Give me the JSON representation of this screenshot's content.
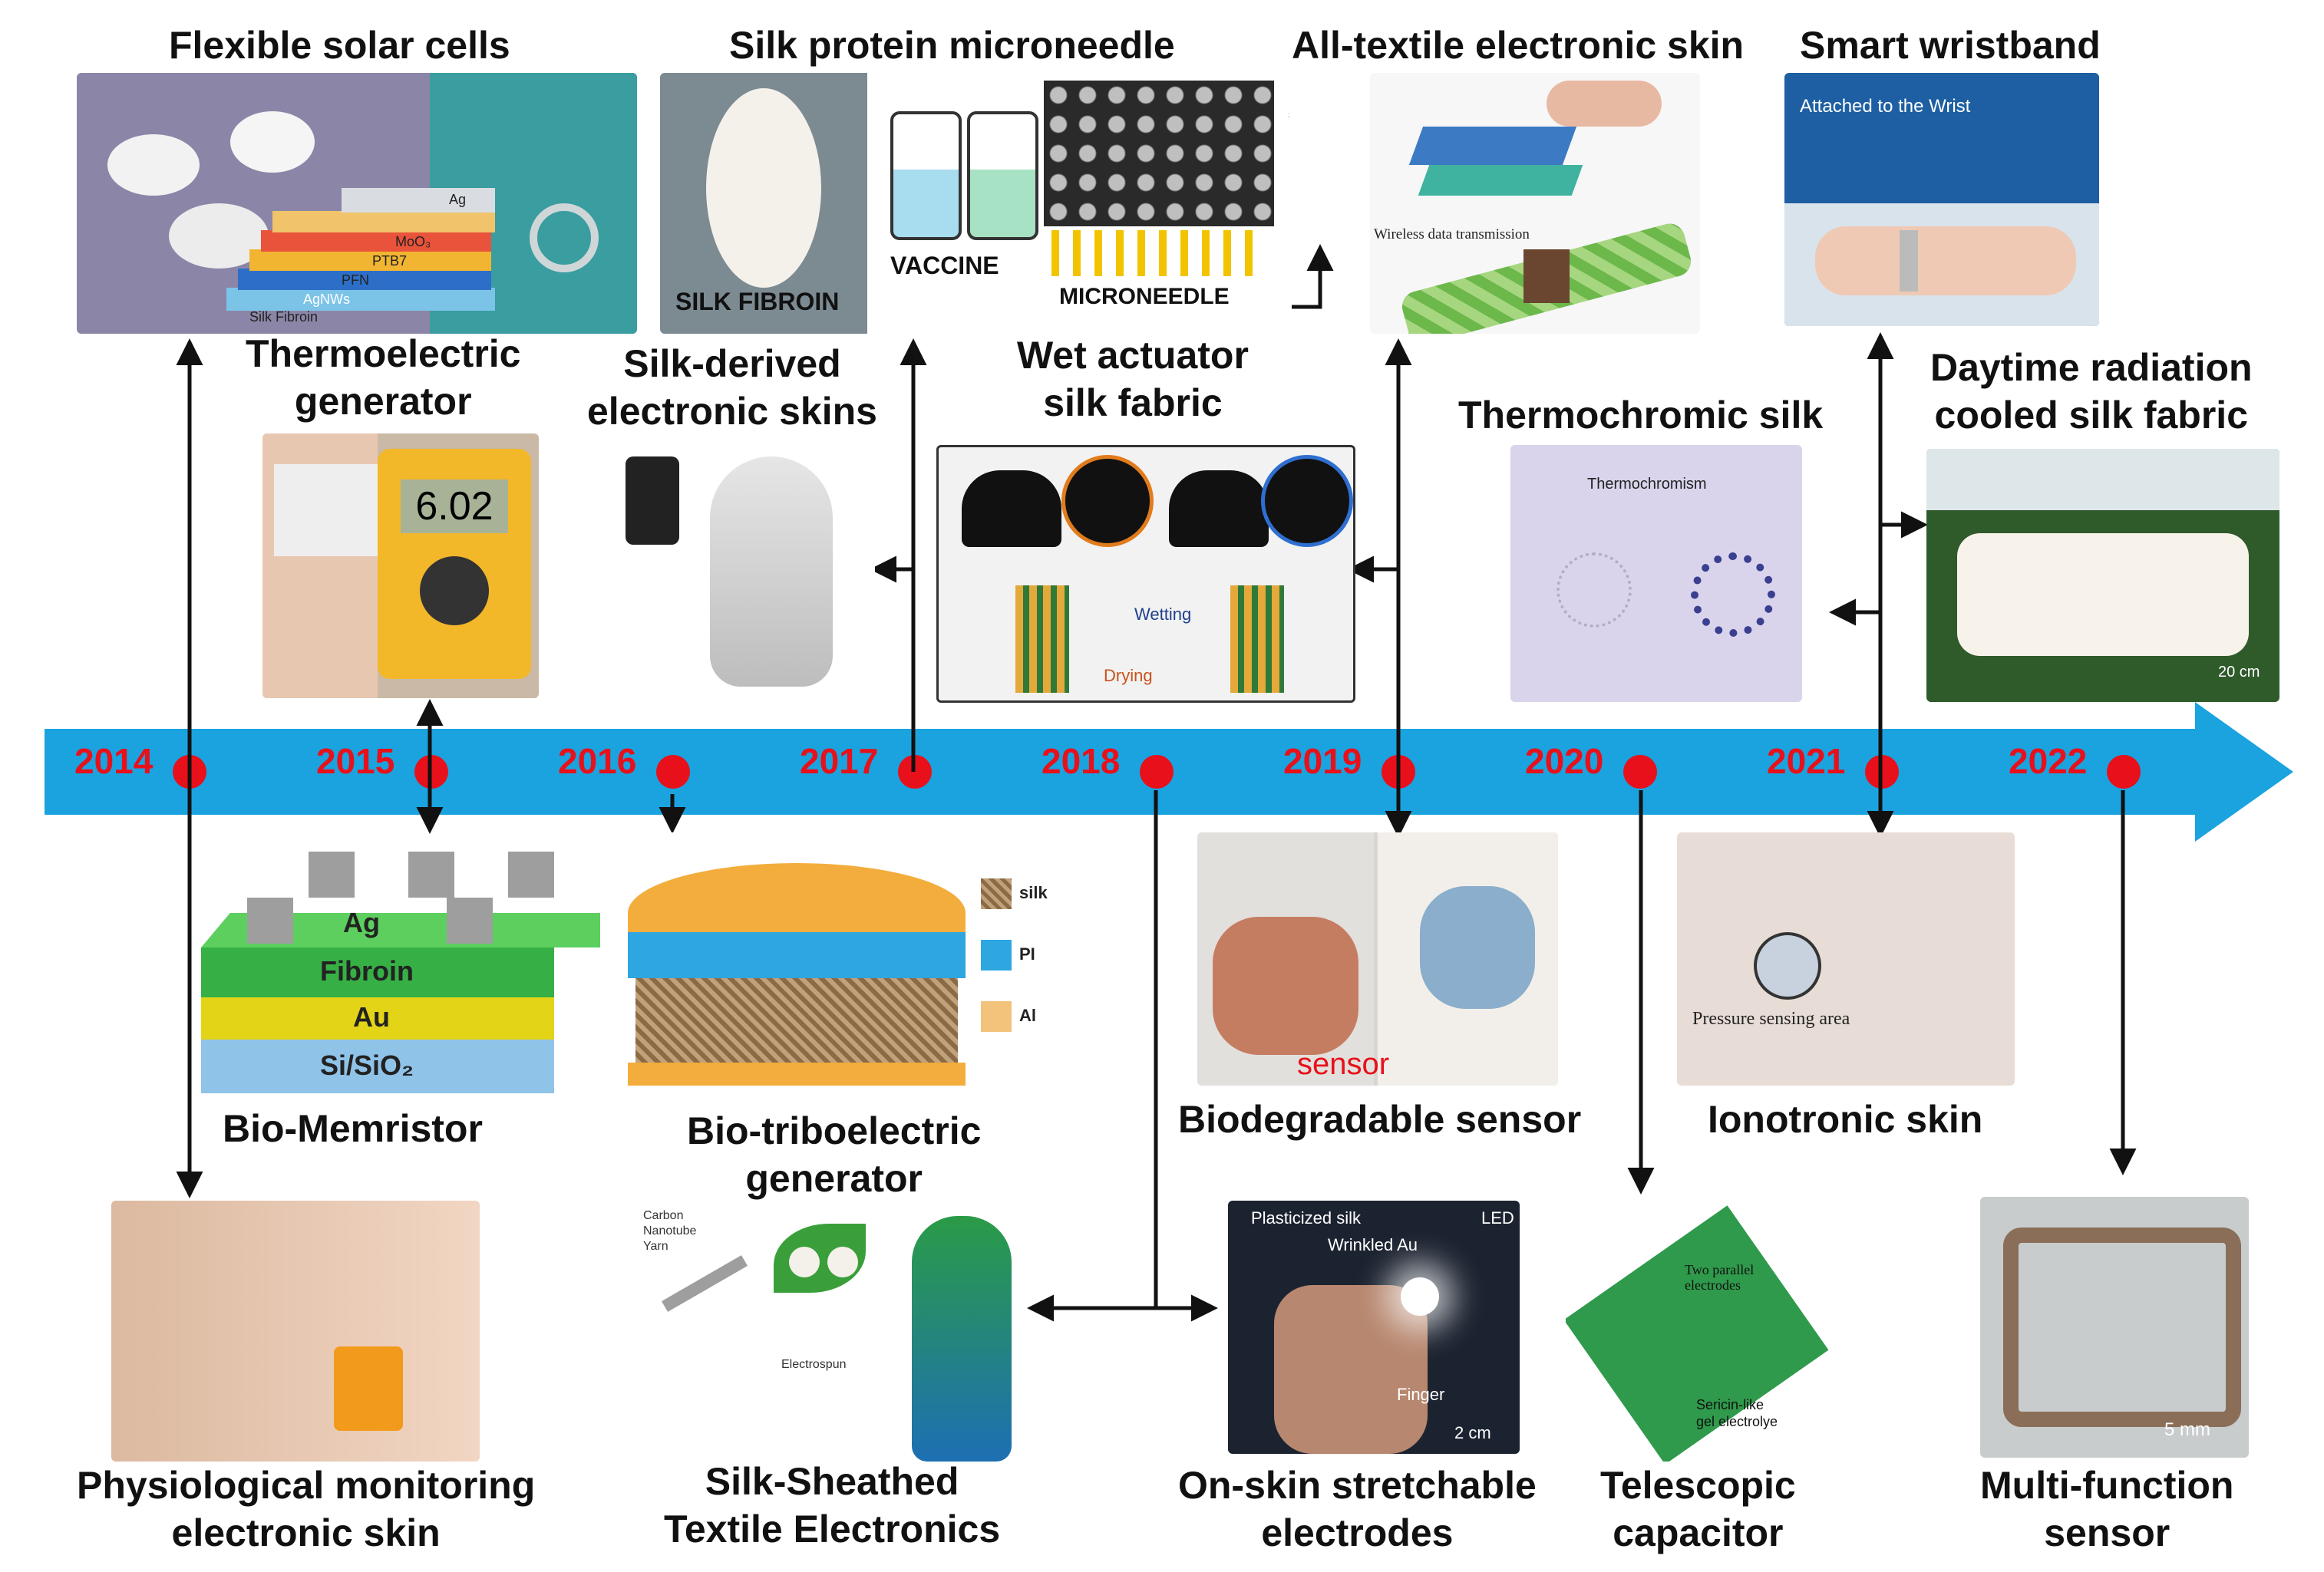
{
  "milestones": {
    "solar": "Flexible solar cells",
    "microneedle": "Silk protein microneedle",
    "textile_skin": "All-textile electronic skin",
    "wristband": "Smart wristband",
    "thermoelectric": [
      "Thermoelectric",
      "generator"
    ],
    "silk_skins": [
      "Silk-derived",
      "electronic skins"
    ],
    "wet_actuator": [
      "Wet actuator",
      "silk fabric"
    ],
    "thermochromic": "Thermochromic silk",
    "radiation": [
      "Daytime radiation",
      "cooled silk fabric"
    ],
    "memristor": "Bio-Memristor",
    "triboelectric": [
      "Bio-triboelectric",
      "generator"
    ],
    "biodegradable": "Biodegradable sensor",
    "ionotronic": "Ionotronic skin",
    "physiological": [
      "Physiological monitoring",
      "electronic skin"
    ],
    "sheathed": [
      "Silk-Sheathed",
      "Textile Electronics"
    ],
    "onskin": [
      "On-skin stretchable",
      "electrodes"
    ],
    "telescopic": [
      "Telescopic",
      "capacitor"
    ],
    "multifunction": [
      "Multi-function",
      "sensor"
    ]
  },
  "timeline": {
    "years": [
      "2014",
      "2015",
      "2016",
      "2017",
      "2018",
      "2019",
      "2020",
      "2021",
      "2022"
    ],
    "colors": {
      "bar": "#1aa3df",
      "marker": "#e8101a"
    }
  },
  "image_text": {
    "solar_layers": [
      "Ag",
      "MoO₃",
      "PTB7",
      "PFN",
      "AgNWs",
      "Silk Fibroin"
    ],
    "silk_fibroin": "SILK FIBROIN",
    "vaccine": "VACCINE",
    "microneedle_cap": "MICRONEEDLE",
    "wireless": "Wireless data  transmission",
    "attached": "Attached to the Wrist",
    "thermochromism": "Thermochromism",
    "wetting": "Wetting",
    "drying": "Drying",
    "scale_20cm": "20 cm",
    "multimeter": "6.02",
    "memristor_layers": [
      "Ag",
      "Fibroin",
      "Au",
      "Si/SiO₂"
    ],
    "tribo_legend": [
      "silk",
      "PI",
      "Al"
    ],
    "sensor_word": "sensor",
    "pressure": "Pressure sensing area",
    "cnt_yarn": [
      "Carbon",
      "Nanotube",
      "Yarn"
    ],
    "electrospun": "Electrospun",
    "plasticized": "Plasticized silk",
    "wrinkled": "Wrinkled Au",
    "led": "LED",
    "finger": "Finger",
    "scale_2cm": "2 cm",
    "two_parallel": [
      "Two parallel",
      "electrodes"
    ],
    "sericin": [
      "Sericin-like",
      "gel electrolye"
    ],
    "scale_5mm": "5 mm"
  }
}
